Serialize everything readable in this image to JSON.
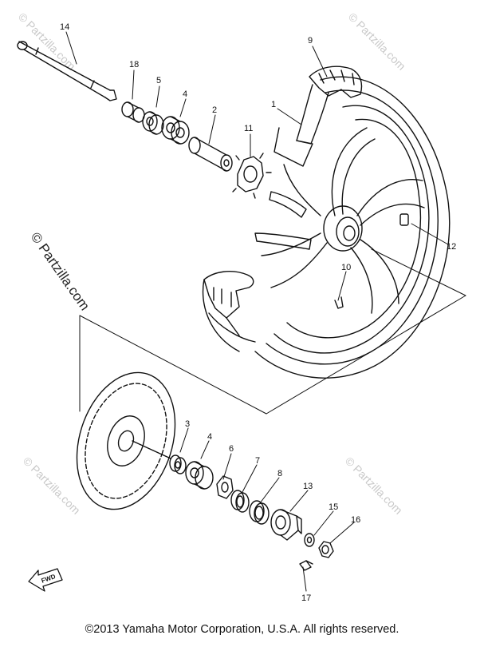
{
  "diagram": {
    "callouts": [
      {
        "id": "c14",
        "text": "14"
      },
      {
        "id": "c18",
        "text": "18"
      },
      {
        "id": "c5",
        "text": "5"
      },
      {
        "id": "c4a",
        "text": "4"
      },
      {
        "id": "c2",
        "text": "2"
      },
      {
        "id": "c9",
        "text": "9"
      },
      {
        "id": "c1",
        "text": "1"
      },
      {
        "id": "c11",
        "text": "11"
      },
      {
        "id": "c12",
        "text": "12"
      },
      {
        "id": "c10",
        "text": "10"
      },
      {
        "id": "c3",
        "text": "3"
      },
      {
        "id": "c4b",
        "text": "4"
      },
      {
        "id": "c6",
        "text": "6"
      },
      {
        "id": "c7",
        "text": "7"
      },
      {
        "id": "c8",
        "text": "8"
      },
      {
        "id": "c13",
        "text": "13"
      },
      {
        "id": "c15",
        "text": "15"
      },
      {
        "id": "c16",
        "text": "16"
      },
      {
        "id": "c17",
        "text": "17"
      }
    ],
    "fwd_label": "FWD",
    "watermark": "© Partzilla.com",
    "watermark_small": "© Partzilla.com"
  },
  "footer": {
    "copyright": "©2013 Yamaha Motor Corporation, U.S.A. All rights reserved."
  }
}
